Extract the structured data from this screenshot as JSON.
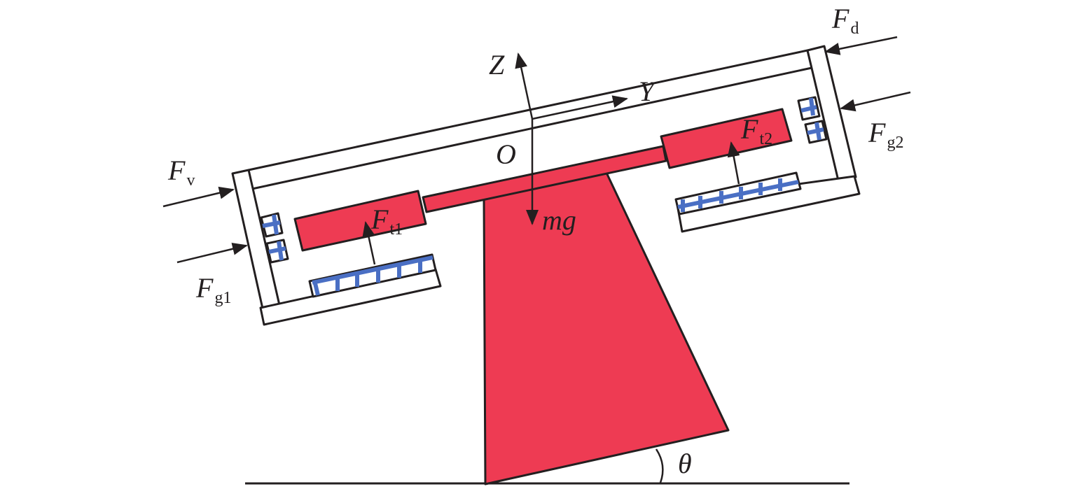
{
  "labels": {
    "fd": {
      "main": "F",
      "sub": "d"
    },
    "fg2": {
      "main": "F",
      "sub": "g2"
    },
    "fv": {
      "main": "F",
      "sub": "v"
    },
    "fg1": {
      "main": "F",
      "sub": "g1"
    },
    "ft1": {
      "main": "F",
      "sub": "t1"
    },
    "ft2": {
      "main": "F",
      "sub": "t2"
    },
    "z": "Z",
    "y": "Y",
    "o": "O",
    "mg": "mg",
    "theta": "θ"
  },
  "colors": {
    "body": "#ee3b53",
    "grid": "#4a6fc4",
    "stroke": "#231f20"
  }
}
